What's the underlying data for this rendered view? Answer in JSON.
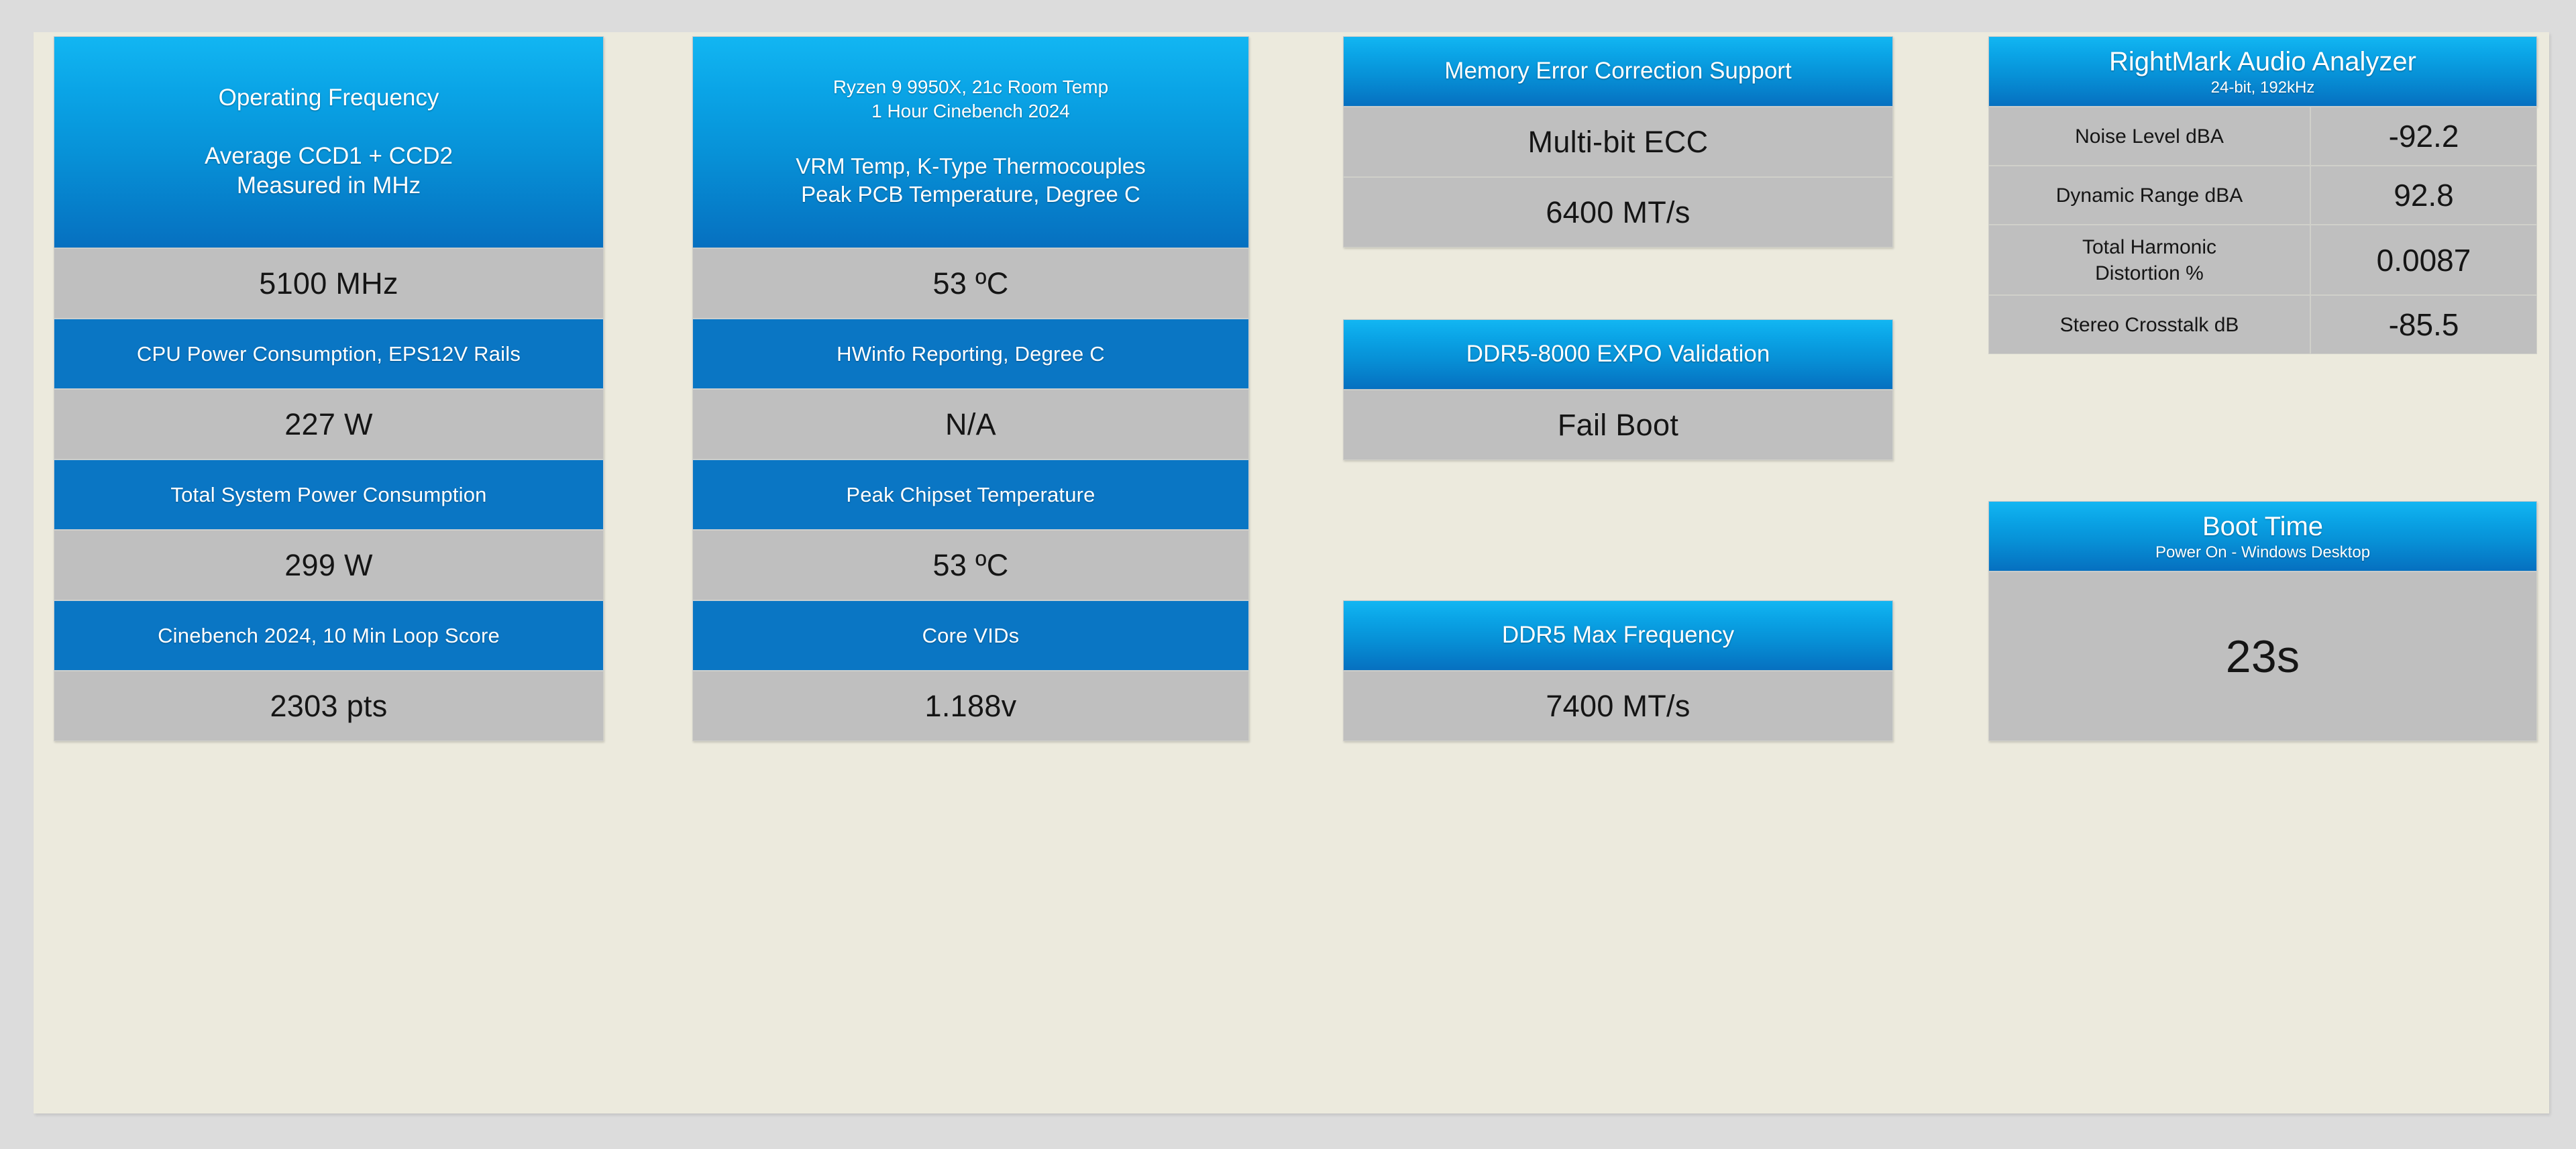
{
  "theme": {
    "page_bg": "#dcdcdc",
    "panel_bg": "#eceadd",
    "header_gradient_top": "#12b6f2",
    "header_gradient_bottom": "#0670c0",
    "subheader_blue": "#0a76c4",
    "value_grey": "#bfbfbf",
    "header_text": "#ffffff",
    "value_text": "#151515"
  },
  "col1": {
    "header": {
      "title": "Operating Frequency",
      "sub1": "Average CCD1 + CCD2",
      "sub2": "Measured in MHz"
    },
    "rows": [
      {
        "value": "5100 MHz"
      },
      {
        "label": "CPU Power Consumption, EPS12V Rails",
        "value": "227 W"
      },
      {
        "label": "Total System Power Consumption",
        "value": "299 W"
      },
      {
        "label": "Cinebench 2024, 10 Min Loop Score",
        "value": "2303 pts"
      }
    ]
  },
  "col2": {
    "header": {
      "line1": "Ryzen 9 9950X, 21c Room Temp",
      "line2": "1 Hour Cinebench 2024",
      "line3": "VRM Temp, K-Type Thermocouples",
      "line4": "Peak PCB Temperature, Degree C"
    },
    "rows": [
      {
        "value": "53 ºC"
      },
      {
        "label": "HWinfo Reporting, Degree C",
        "value": "N/A"
      },
      {
        "label": "Peak Chipset Temperature",
        "value": "53 ºC"
      },
      {
        "label": "Core VIDs",
        "value": "1.188v"
      }
    ]
  },
  "col3": {
    "card1": {
      "header": "Memory Error Correction Support",
      "value1": "Multi-bit ECC",
      "value2": "6400 MT/s"
    },
    "card2": {
      "header": "DDR5-8000 EXPO Validation",
      "value": "Fail Boot"
    },
    "card3": {
      "header": "DDR5 Max Frequency",
      "value": "7400 MT/s"
    }
  },
  "col4": {
    "rmaa": {
      "title": "RightMark Audio Analyzer",
      "subtitle": "24-bit, 192kHz",
      "rows": [
        {
          "label": "Noise Level dBA",
          "value": "-92.2"
        },
        {
          "label": "Dynamic Range dBA",
          "value": "92.8"
        },
        {
          "label": "Total Harmonic\nDistortion %",
          "label_line1": "Total Harmonic",
          "label_line2": "Distortion %",
          "value": "0.0087"
        },
        {
          "label": "Stereo Crosstalk dB",
          "value": "-85.5"
        }
      ]
    },
    "boot": {
      "title": "Boot Time",
      "subtitle": "Power On - Windows Desktop",
      "value": "23s"
    }
  }
}
